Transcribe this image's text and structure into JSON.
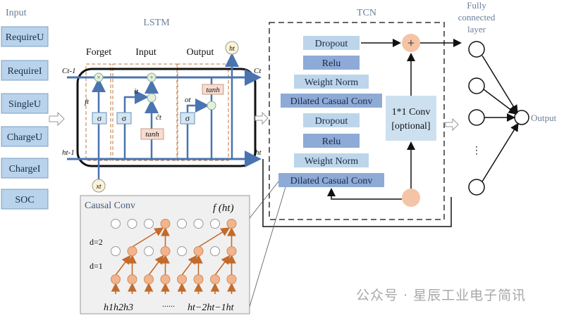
{
  "input": {
    "title": "Input",
    "items": [
      "RequireU",
      "RequireI",
      "SingleU",
      "ChargeU",
      "ChargeI",
      "SOC"
    ]
  },
  "lstm": {
    "title": "LSTM",
    "gates": [
      "Forget",
      "Input",
      "Output"
    ],
    "labels": {
      "c_prev": "Ct-1",
      "c_next": "Ct",
      "h_prev": "ht-1",
      "h_next": "ht",
      "h_out": "ht",
      "x_in": "xt",
      "ft": "ft",
      "it": "it",
      "ot": "ot",
      "c_tilde": "c̃t"
    },
    "sigma": "σ",
    "tanh": "tanh"
  },
  "tcn": {
    "title": "TCN",
    "stack": [
      "Dropout",
      "Relu",
      "Weight Norm",
      "Dilated Casual Conv",
      "Dropout",
      "Relu",
      "Weight Norm",
      "Dilated Casual Conv"
    ],
    "conv_label_1": "1*1 Conv",
    "conv_label_2": "[optional]",
    "plus": "+"
  },
  "fc": {
    "title_1": "Fully",
    "title_2": "connected",
    "title_3": "layer",
    "dots": "⋮",
    "output": "Output"
  },
  "causal": {
    "title": "Causal Conv",
    "f": "f (ht)",
    "d2": "d=2",
    "d1": "d=1",
    "x_left": "h1h2h3",
    "ellipsis": "......",
    "x_right": "ht−2ht−1ht"
  },
  "watermark": "公众号 · 星辰工业电子简讯",
  "colors": {
    "box_blue": "#bcd5ea",
    "box_dark": "#8eaad6",
    "box_light": "#cde0f0",
    "orange": "#f5c4a6",
    "lstm_line": "#4a74b0",
    "gate_dash": "#c27a3c"
  }
}
